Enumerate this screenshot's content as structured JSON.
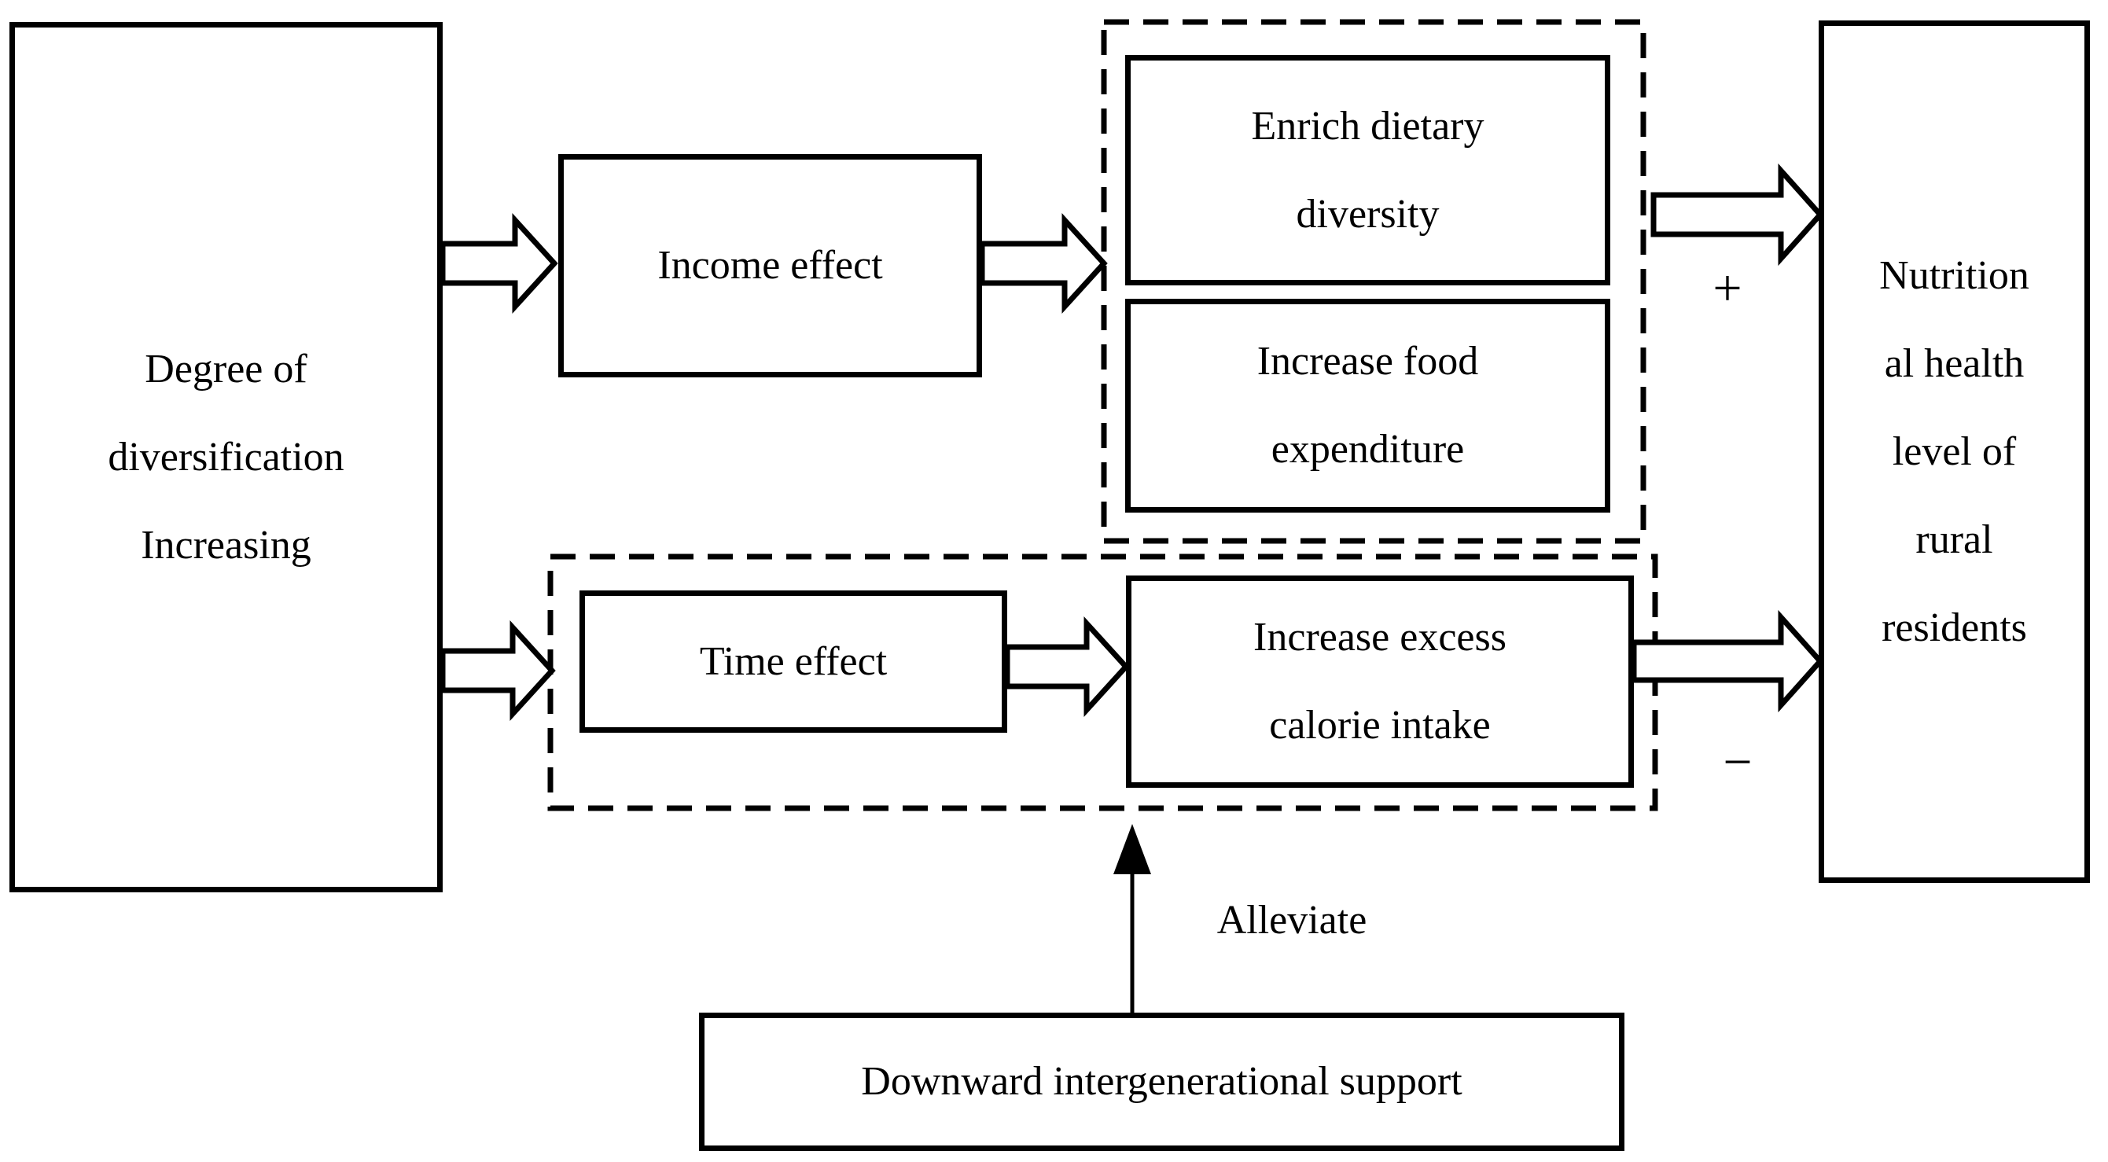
{
  "colors": {
    "ink": "#000000",
    "paper": "#ffffff"
  },
  "boxes": {
    "degree": {
      "lines": [
        "Degree of",
        "diversification",
        "Increasing"
      ]
    },
    "income": {
      "label": "Income effect"
    },
    "enrich": {
      "lines": [
        "Enrich dietary",
        "diversity"
      ]
    },
    "food": {
      "lines": [
        "Increase food",
        "expenditure"
      ]
    },
    "time": {
      "label": "Time effect"
    },
    "calorie": {
      "lines": [
        "Increase excess",
        "calorie intake"
      ]
    },
    "nutrition": {
      "lines": [
        "Nutrition",
        "al health",
        "level of",
        "rural",
        "residents"
      ]
    },
    "downward": {
      "label": "Downward intergenerational support"
    }
  },
  "labels": {
    "plus": "+",
    "minus": "−",
    "alleviate": "Alleviate"
  }
}
